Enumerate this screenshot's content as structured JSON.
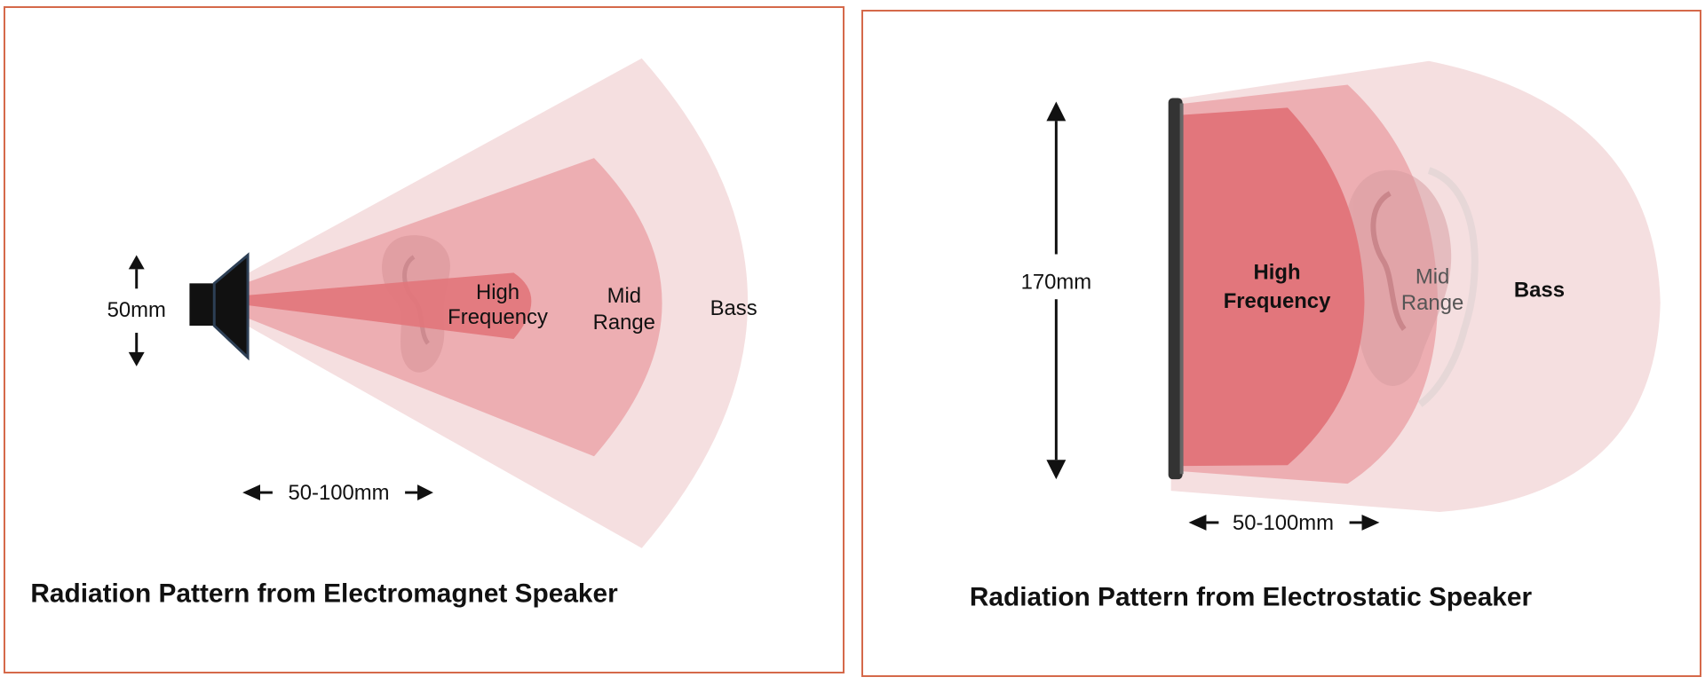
{
  "left_panel": {
    "caption": "Radiation Pattern from Electromagnet Speaker",
    "height_label": "50mm",
    "distance_label": "50-100mm",
    "high_label_line1": "High",
    "high_label_line2": "Frequency",
    "mid_label_line1": "Mid",
    "mid_label_line2": "Range",
    "bass_label": "Bass"
  },
  "right_panel": {
    "caption": "Radiation Pattern from Electrostatic Speaker",
    "height_label": "170mm",
    "distance_label": "50-100mm",
    "high_label_line1": "High",
    "high_label_line2": "Frequency",
    "mid_label_line1": "Mid",
    "mid_label_line2": "Range",
    "bass_label": "Bass"
  },
  "colors": {
    "border": "#d5694a",
    "bass_zone": "#f5dfe0",
    "mid_zone": "#edaeb2",
    "high_zone": "#e2767c",
    "speaker": "#111111"
  }
}
